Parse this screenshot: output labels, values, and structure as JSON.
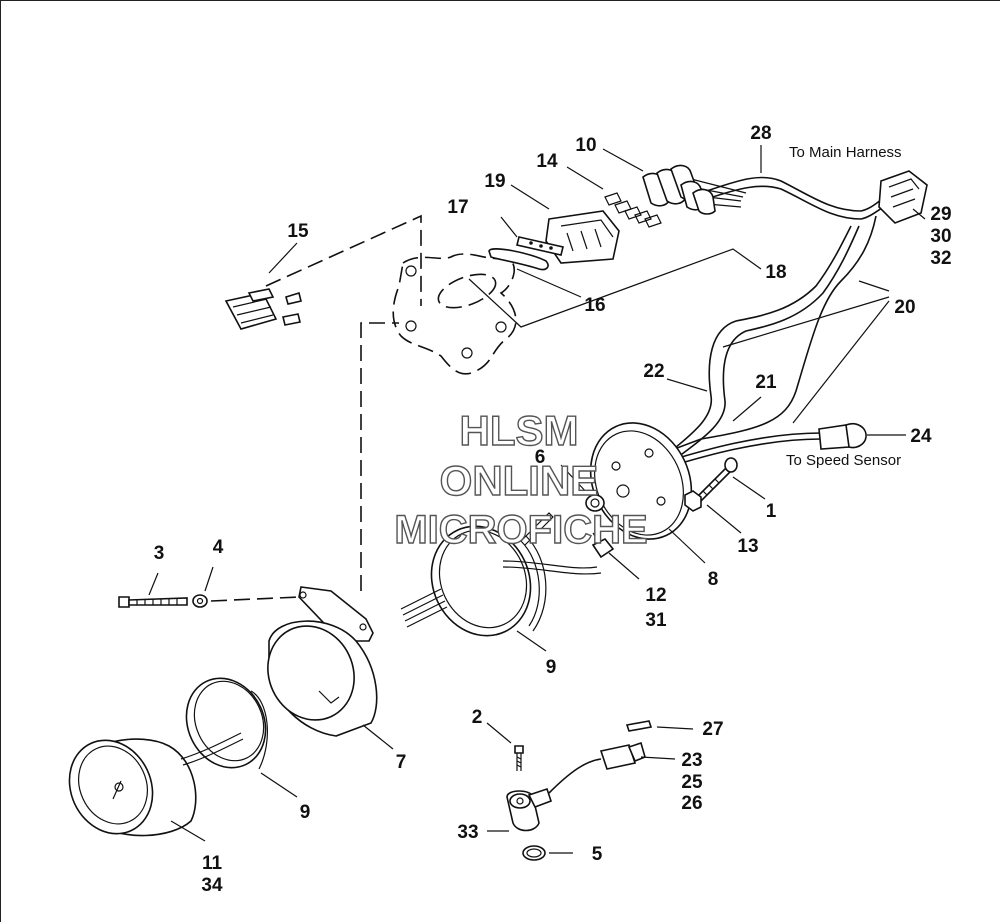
{
  "watermark": {
    "line1": "HLSM",
    "line2": "ONLINE",
    "line3": "MICROFICHE"
  },
  "notes": {
    "main_harness": "To Main Harness",
    "speed_sensor": "To Speed Sensor"
  },
  "callouts": {
    "c1": "1",
    "c2": "2",
    "c3": "3",
    "c4": "4",
    "c5": "5",
    "c6": "6",
    "c7": "7",
    "c8": "8",
    "c9a": "9",
    "c9b": "9",
    "c10": "10",
    "c11": "11",
    "c12": "12",
    "c13": "13",
    "c14": "14",
    "c15": "15",
    "c16": "16",
    "c17": "17",
    "c18": "18",
    "c19": "19",
    "c20": "20",
    "c21": "21",
    "c22": "22",
    "c23": "23",
    "c24": "24",
    "c25": "25",
    "c26": "26",
    "c27": "27",
    "c28": "28",
    "c29": "29",
    "c30": "30",
    "c31": "31",
    "c32": "32",
    "c33": "33",
    "c34": "34"
  }
}
